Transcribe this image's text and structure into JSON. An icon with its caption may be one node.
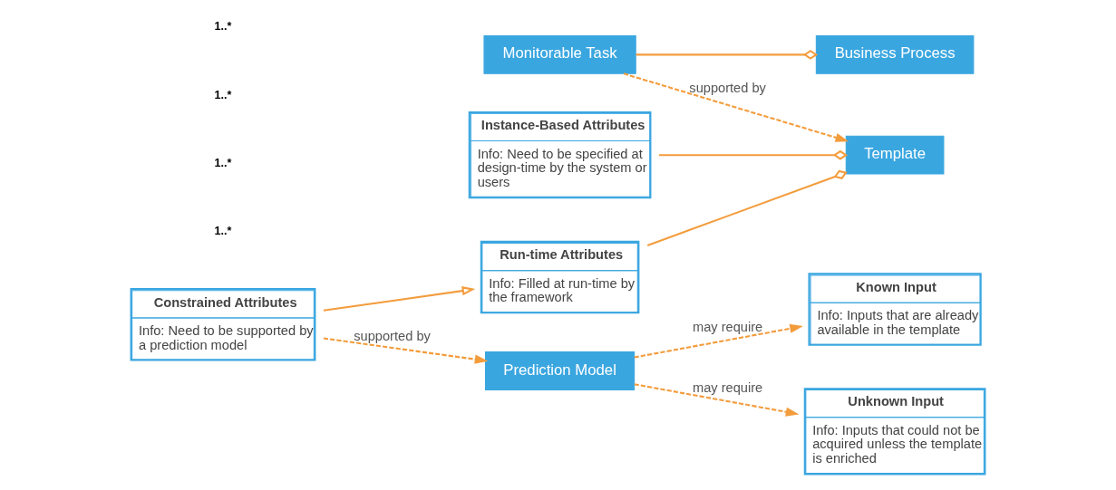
{
  "diagram": {
    "nodes": [
      {
        "text": [
          "Business Process"
        ]
      },
      {
        "text": [
          "Template"
        ]
      },
      {
        "text": [
          "Monitorable Task"
        ]
      },
      {
        "text": [
          "Instance-Based Attributes",
          "Info: Need to be specified at design-time by the system or users"
        ]
      },
      {
        "text": [
          "Run-time Attributes",
          "Info: Filled at run-time by the framework"
        ]
      },
      {
        "text": [
          "Constrained Attributes",
          "Info: Need to be supported by a prediction model"
        ]
      },
      {
        "text": [
          "Prediction Model"
        ]
      },
      {
        "text": [
          "Known Input",
          "Info: Inputs that are already available in the template"
        ]
      },
      {
        "text": [
          "Unknown Input",
          "Info: Inputs that could not be acquired unless the template is enriched"
        ]
      }
    ],
    "edges": [
      {
        "from": 2,
        "to": 0,
        "arrow": "other"
      },
      {
        "from": 2,
        "to": 1,
        "arrow": "to",
        "label": "supported by",
        "style": "dashed"
      },
      {
        "from": 3,
        "to": 1,
        "arrow": "other"
      },
      {
        "from": 4,
        "to": 1,
        "arrow": "other"
      },
      {
        "from": 5,
        "to": 4,
        "arrow": "to"
      },
      {
        "from": 5,
        "to": 6,
        "arrow": "to",
        "label": "supported by",
        "style": "dashed"
      },
      {
        "from": 6,
        "to": 7,
        "arrow": "to",
        "label": "may require",
        "style": "dashed"
      },
      {
        "from": 6,
        "to": 8,
        "arrow": "to",
        "label": "may require",
        "style": "dashed"
      }
    ],
    "labels": [
      "1..*",
      "1..*",
      "1..*",
      "1..*"
    ]
  }
}
